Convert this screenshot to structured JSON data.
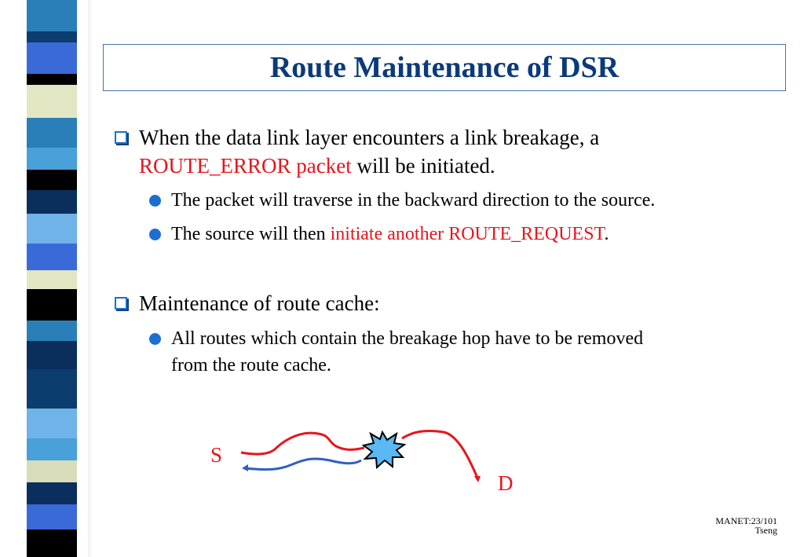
{
  "slide": {
    "title": "Route Maintenance of DSR",
    "bullets": [
      {
        "line1": "When the data link layer encounters a link breakage, a",
        "line2_red": "ROUTE_ERROR packet",
        "line2_rest": " will be initiated.",
        "subs": [
          {
            "text": "The packet will traverse in the backward direction to the source."
          },
          {
            "pre": "The source will then ",
            "red": "initiate another ROUTE_REQUEST",
            "post": "."
          }
        ]
      },
      {
        "line1": "Maintenance of route cache:",
        "subs": [
          {
            "line1": "All routes which contain the breakage hop have to be removed",
            "line2": "from the route cache."
          }
        ]
      }
    ]
  },
  "diagram": {
    "source_label": "S",
    "dest_label": "D",
    "colors": {
      "forward": "#e8141c",
      "backward": "#2f5fc4",
      "burst_fill": "#5ab8f5",
      "burst_stroke": "#000000"
    }
  },
  "footer": {
    "page": "MANET:23/101",
    "author": "Tseng"
  },
  "theme": {
    "title_color": "#0a3a7a",
    "accent_red": "#e8141c",
    "bullet_blue": "#1c6fd0"
  }
}
